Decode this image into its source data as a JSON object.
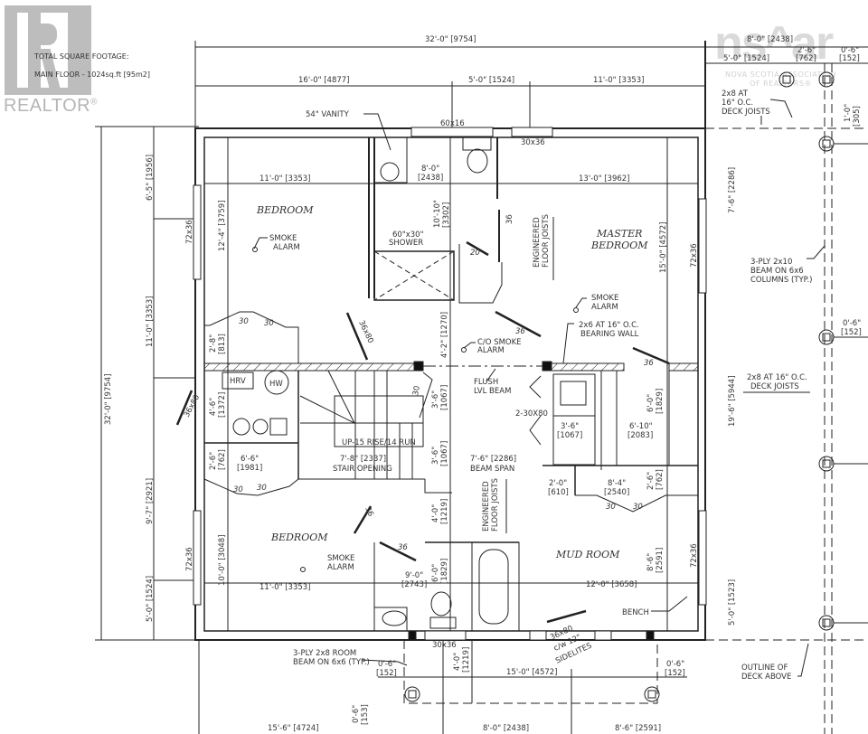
{
  "watermarks": {
    "realtor": {
      "word": "REALTOR",
      "mark": "®"
    },
    "nsar": {
      "logo_text": "ns^ar",
      "org_line1": "NOVA SCOTIA ASSOCIATION",
      "org_line2": "OF REALTORS®"
    }
  },
  "summary": {
    "title": "TOTAL SQUARE FOOTAGE:",
    "main_floor": "MAIN FLOOR - 1024sq.ft [95m2]"
  },
  "rooms": {
    "bedroom_upper_left": "BEDROOM",
    "master_bedroom_line1": "MASTER",
    "master_bedroom_line2": "BEDROOM",
    "bedroom_lower_left": "BEDROOM",
    "mud_room": "MUD ROOM"
  },
  "fixtures": {
    "hrv": "HRV",
    "hw": "HW"
  },
  "dimensions": {
    "top_overall": "32'-0\" [9754]",
    "top_left": "16'-0\" [4877]",
    "top_mid": "5'-0\" [1524]",
    "top_right": "11'-0\" [3353]",
    "deck_top_overall": "8'-0\" [2438]",
    "deck_top_a": "5'-0\" [1524]",
    "deck_top_b_line1": "2'-6\"",
    "deck_top_b_line2": "[762]",
    "deck_top_c_line1": "0'-6\"",
    "deck_top_c_line2": "[152]",
    "deck_top_side": "0'-6\"",
    "deck_right_1ft": "1'-0\"",
    "deck_right_1ft_mm": "[305]",
    "left_overall": "32'-0\" [9754]",
    "left_a": "6'-5\" [1956]",
    "left_b": "11'-0\" [3353]",
    "left_c": "9'-7\" [2921]",
    "left_d": "5'-0\" [1524]",
    "bed1_width": "11'-0\" [3353]",
    "bed1_depth": "12'-4\" [3759]",
    "bath_width_line1": "8'-0\"",
    "bath_width_line2": "[2438]",
    "bath_depth_line1": "10'-10\"",
    "bath_depth_line2": "[3302]",
    "master_width": "13'-0\" [3962]",
    "master_depth": "15'-0\" [4572]",
    "right_a": "7'-6\" [2286]",
    "right_b": "19'-6\" [5944]",
    "right_c": "5'-0\" [1523]",
    "closet1_line1": "2'-8\"",
    "closet1_line2": "[813]",
    "hall_depth": "4'-2\" [1270]",
    "mech_depth_line1": "4'-6\"",
    "mech_depth_line2": "[1372]",
    "closet2_depth_line1": "2'-6\"",
    "closet2_depth_line2": "[762]",
    "closet2_width_line1": "6'-6\"",
    "closet2_width_line2": "[1981]",
    "stair_opening_dim": "7'-8\" [2337]",
    "stair_opening_label": "STAIR OPENING",
    "stair_upper_line1": "3'-6\"",
    "stair_upper_line2": "[1067]",
    "stair_lower_line1": "3'-6\"",
    "stair_lower_line2": "[1067]",
    "beam_span_dim": "7'-6\" [2286]",
    "beam_span_label": "BEAM SPAN",
    "laundry_line1": "3'-6\"",
    "laundry_line2": "[1067]",
    "closet3_line1": "6'-10\"",
    "closet3_line2": "[2083]",
    "closet3_depth_line1": "6'-0\"",
    "closet3_depth_line2": "[1829]",
    "hall2_line1": "2'-0\"",
    "hall2_line2": "[610]",
    "closet4_line1": "8'-4\"",
    "closet4_line2": "[2540]",
    "closet4_depth_line1": "2'-6\"",
    "closet4_depth_line2": "[762]",
    "bed2_depth": "10'-0\" [3048]",
    "bed2_width": "11'-0\" [3353]",
    "bath2_upper_line1": "4'-0\"",
    "bath2_upper_line2": "[1219]",
    "bath2_width_line1": "9'-0\"",
    "bath2_width_line2": "[2743]",
    "bath2_depth_line1": "6'-0\"",
    "bath2_depth_line2": "[1829]",
    "mud_width": "12'-0\" [3658]",
    "mud_depth_line1": "8'-6\"",
    "mud_depth_line2": "[2591]",
    "deck_right_mid_line1": "0'-6\"",
    "deck_right_mid_line2": "[152]",
    "porch_left_line1": "0'-6\"",
    "porch_left_line2": "[152]",
    "porch_right_line1": "0'-6\"",
    "porch_right_line2": "[152]",
    "porch_width": "15'-0\" [4572]",
    "porch_depth_line1": "4'-0\"",
    "porch_depth_line2": "[1219]",
    "porch_offset_line1": "0'-6\"",
    "porch_offset_line2": "[153]",
    "bottom_a": "15'-6\" [4724]",
    "bottom_b": "8'-0\" [2438]",
    "bottom_c": "8'-6\" [2591]"
  },
  "openings": {
    "vanity": "54\" VANITY",
    "win_60x16": "60x16",
    "win_30x36_top": "30x36",
    "win_72x36_bed1": "72x36",
    "win_72x36_master": "72x36",
    "win_72x36_bed2": "72x36",
    "win_72x36_mud": "72x36",
    "door_36x80_left": "36x80",
    "door_36x80_hall": "36x80",
    "closet_30_a": "30",
    "closet_30_b": "30",
    "closet_30_c": "30",
    "closet_30_d": "30",
    "closet_30_e": "30",
    "closet_30_f": "30",
    "closet_30_g": "30",
    "door_20": "20",
    "door_36_master_closet": "36",
    "door_36_master": "36",
    "door_36_closet3": "36",
    "door_36_bed2": "36",
    "door_36_bath2": "36",
    "laundry_doors": "2-30X80",
    "win_30x36_bottom": "30x36",
    "front_door_line1": "36x80",
    "front_door_line2": "c/w 12\"",
    "front_door_line3": "SIDELITES"
  },
  "notes": {
    "smoke_alarm_line1": "SMOKE",
    "smoke_alarm_line2": "ALARM",
    "co_alarm_line1": "C/O SMOKE",
    "co_alarm_line2": "ALARM",
    "shower_line1": "60\"x30\"",
    "shower_line2": "SHOWER",
    "joists_line1": "ENGINEERED",
    "joists_line2": "FLOOR JOISTS",
    "bearing_wall_line1": "2x6 AT 16\" O.C.",
    "bearing_wall_line2": "BEARING WALL",
    "flush_beam_line1": "FLUSH",
    "flush_beam_line2": "LVL BEAM",
    "stairs": "UP-15 RISE/14 RUN",
    "deck_joists_top_line1": "2x8 AT",
    "deck_joists_top_line2": "16\" O.C.",
    "deck_joists_top_line3": "DECK JOISTS",
    "deck_beam_line1": "3-PLY 2x10",
    "deck_beam_line2": "BEAM ON 6x6",
    "deck_beam_line3": "COLUMNS (TYP.)",
    "deck_joists_right_line1": "2x8 AT 16\" O.C.",
    "deck_joists_right_line2": "DECK JOISTS",
    "room_beam_line1": "3-PLY 2x8 ROOM",
    "room_beam_line2": "BEAM ON 6x6 (TYP.)",
    "bench": "BENCH",
    "deck_outline_line1": "OUTLINE OF",
    "deck_outline_line2": "DECK ABOVE"
  },
  "colors": {
    "line": "#222222",
    "watermark": "#bdbdbd",
    "background": "#ffffff"
  }
}
